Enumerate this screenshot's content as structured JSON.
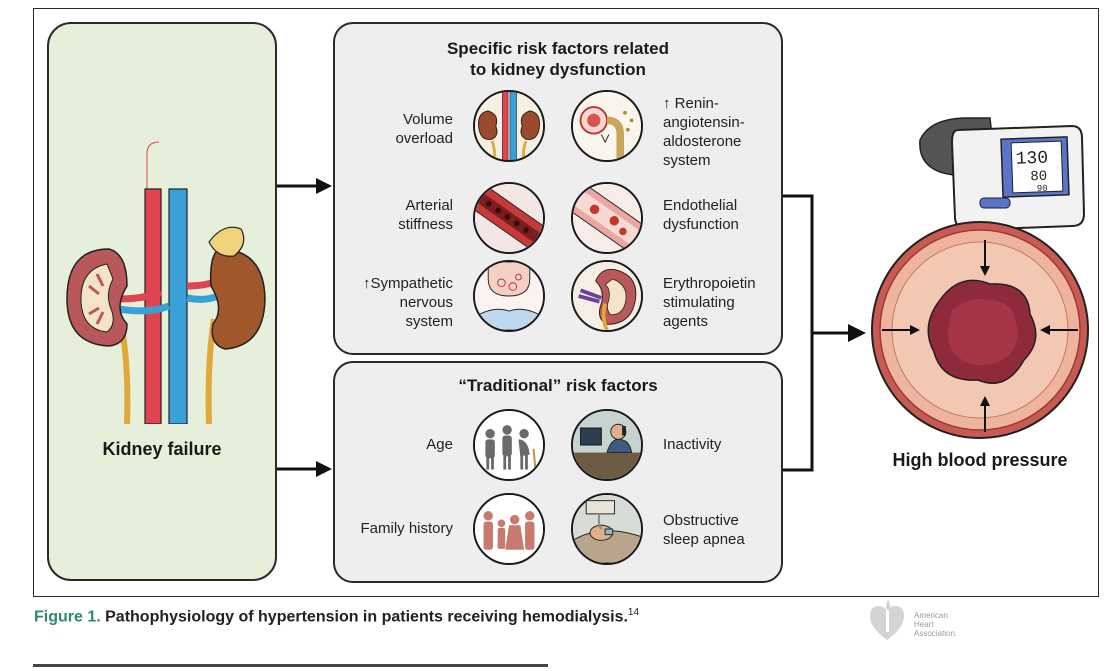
{
  "kidney_panel": {
    "label": "Kidney failure"
  },
  "specific": {
    "title_line1": "Specific risk factors related",
    "title_line2": "to kidney dysfunction",
    "items": [
      {
        "lines": [
          "Volume",
          "overload"
        ],
        "icon": "kidney-volume-icon"
      },
      {
        "lines": [
          "Renin-",
          "angiotensin-",
          "aldosterone",
          "system"
        ],
        "icon": "renin-nephron-icon",
        "arrow": "↑"
      },
      {
        "lines": [
          "Arterial",
          "stiffness"
        ],
        "icon": "stiff-artery-icon"
      },
      {
        "lines": [
          "Endothelial",
          "dysfunction"
        ],
        "icon": "endothelium-icon"
      },
      {
        "lines": [
          "Sympathetic",
          "nervous",
          "system"
        ],
        "icon": "synapse-icon",
        "arrow": "↑"
      },
      {
        "lines": [
          "Erythropoietin",
          "stimulating",
          "agents"
        ],
        "icon": "kidney-section-icon"
      }
    ]
  },
  "traditional": {
    "title": "“Traditional” risk factors",
    "items": [
      {
        "lines": [
          "Age"
        ],
        "icon": "aging-people-icon"
      },
      {
        "lines": [
          "Inactivity"
        ],
        "icon": "desk-worker-icon"
      },
      {
        "lines": [
          "Family history"
        ],
        "icon": "family-icon"
      },
      {
        "lines": [
          "Obstructive",
          "sleep apnea"
        ],
        "icon": "sleep-apnea-icon"
      }
    ]
  },
  "outcome": {
    "label": "High blood pressure",
    "monitor": {
      "systolic": "130",
      "diastolic": "80",
      "pulse": "90"
    }
  },
  "caption": {
    "figure": "Figure 1.",
    "text": " Pathophysiology of hypertension in patients receiving hemodialysis.",
    "ref": "14"
  },
  "logo": {
    "lines": [
      "American",
      "Heart",
      "Association."
    ]
  },
  "colors": {
    "panel_green": "#e6efd9",
    "box_gray": "#eeeeef",
    "caption_green": "#2e8a6a",
    "artery_red": "#e0454f",
    "vein_blue": "#3aa0d8"
  }
}
